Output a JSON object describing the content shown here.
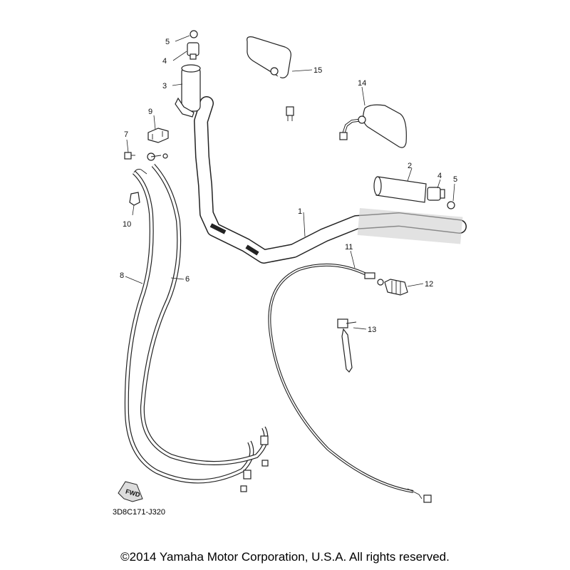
{
  "diagram": {
    "code": "3D8C171-J320",
    "fwd_label": "FWD",
    "callouts": [
      "1",
      "2",
      "3",
      "4",
      "4",
      "5",
      "5",
      "6",
      "7",
      "8",
      "9",
      "10",
      "11",
      "12",
      "13",
      "14",
      "15"
    ]
  },
  "footer": {
    "copyright": "©2014 Yamaha Motor Corporation, U.S.A. All rights reserved."
  }
}
